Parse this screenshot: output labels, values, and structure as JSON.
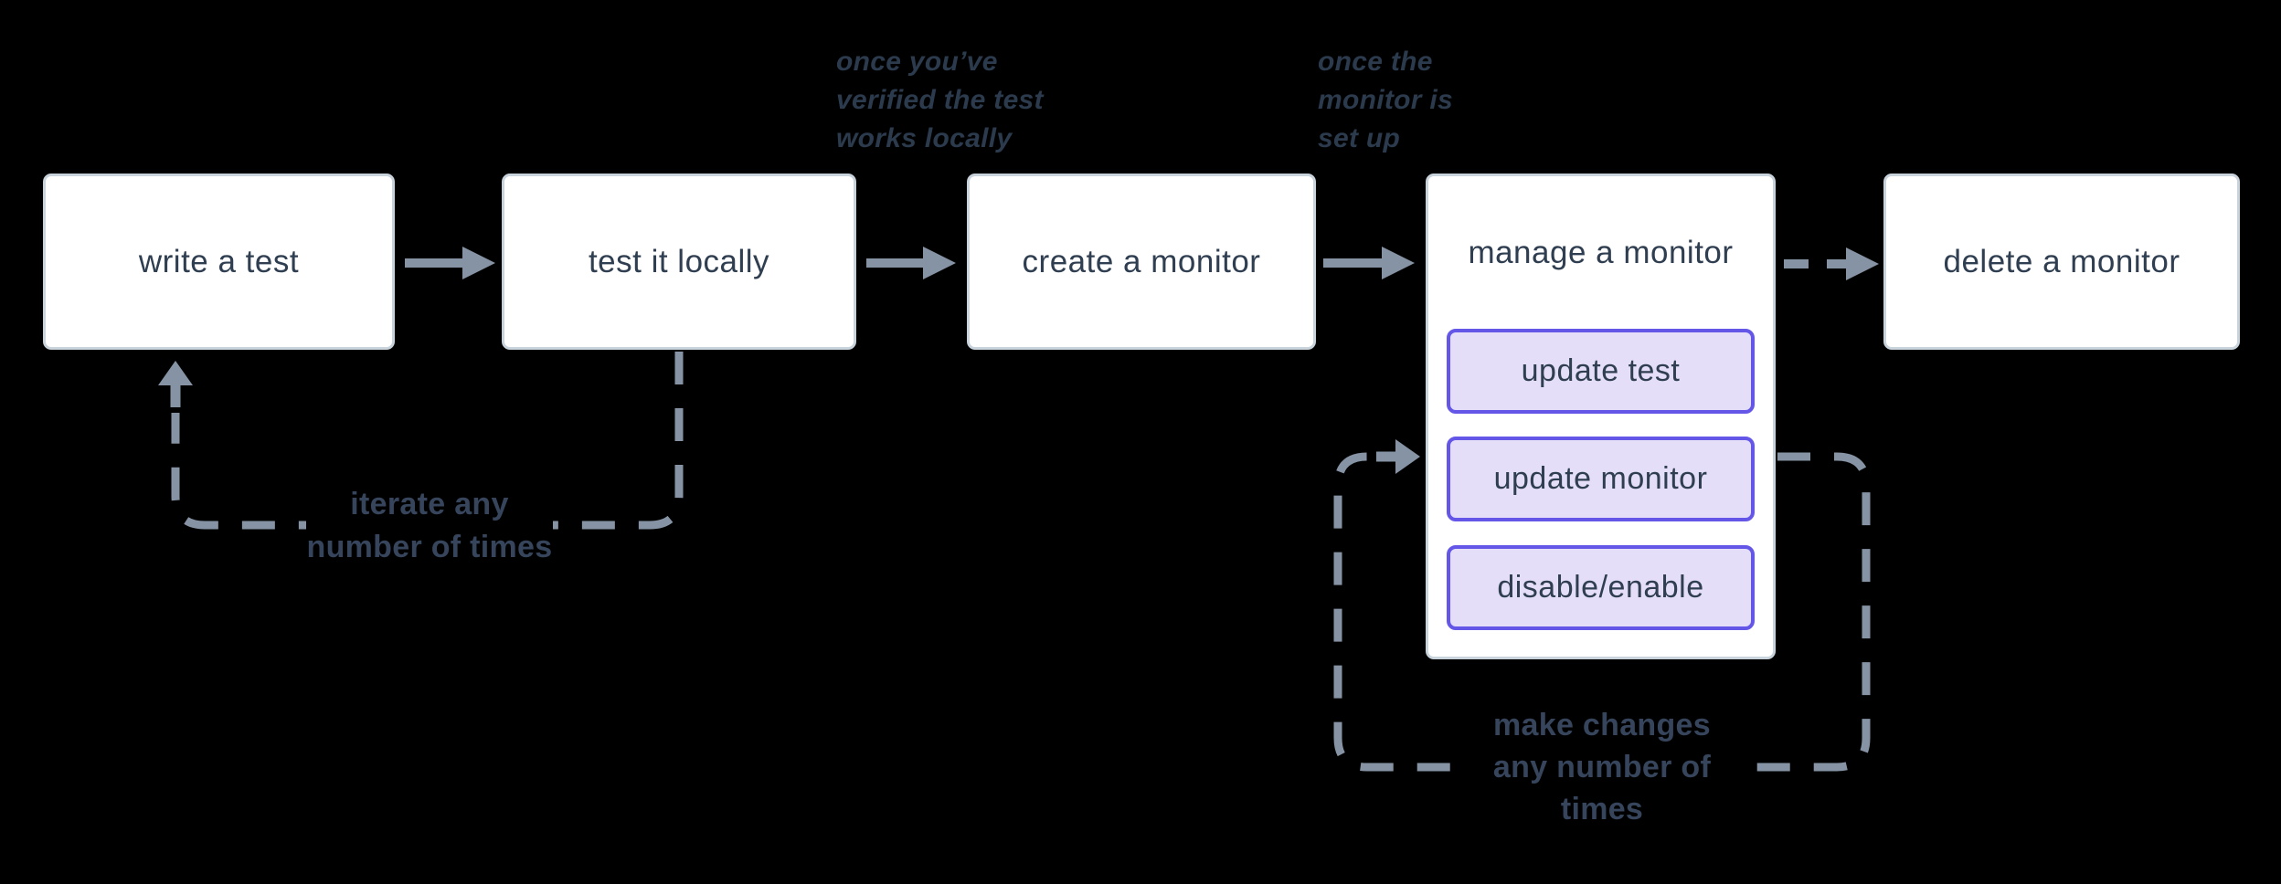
{
  "diagram": {
    "nodes": {
      "write_test": {
        "label": "write a test"
      },
      "test_locally": {
        "label": "test it locally"
      },
      "create_monitor": {
        "label": "create a monitor"
      },
      "manage_monitor": {
        "label": "manage a monitor",
        "actions": {
          "update_test": {
            "label": "update test"
          },
          "update_monitor": {
            "label": "update monitor"
          },
          "disable_enable": {
            "label": "disable/enable"
          }
        }
      },
      "delete_monitor": {
        "label": "delete a monitor"
      }
    },
    "annotations": {
      "once_verified": {
        "text": "once you’ve\nverified the test\nworks locally"
      },
      "once_set_up": {
        "text": "once the\nmonitor is\nset up"
      }
    },
    "loop_labels": {
      "iterate": {
        "text": "iterate any\nnumber of times"
      },
      "make_changes": {
        "text": "make changes\nany number of\ntimes"
      }
    },
    "colors": {
      "background": "#000000",
      "node_background": "#ffffff",
      "node_border": "#c9d3dc",
      "node_text": "#2f3e50",
      "action_border": "#6457e8",
      "action_background": "#e4def8",
      "connector": "#8593a4",
      "annotation_text": "#2b3a4c",
      "loop_label_text": "#36455c"
    }
  }
}
